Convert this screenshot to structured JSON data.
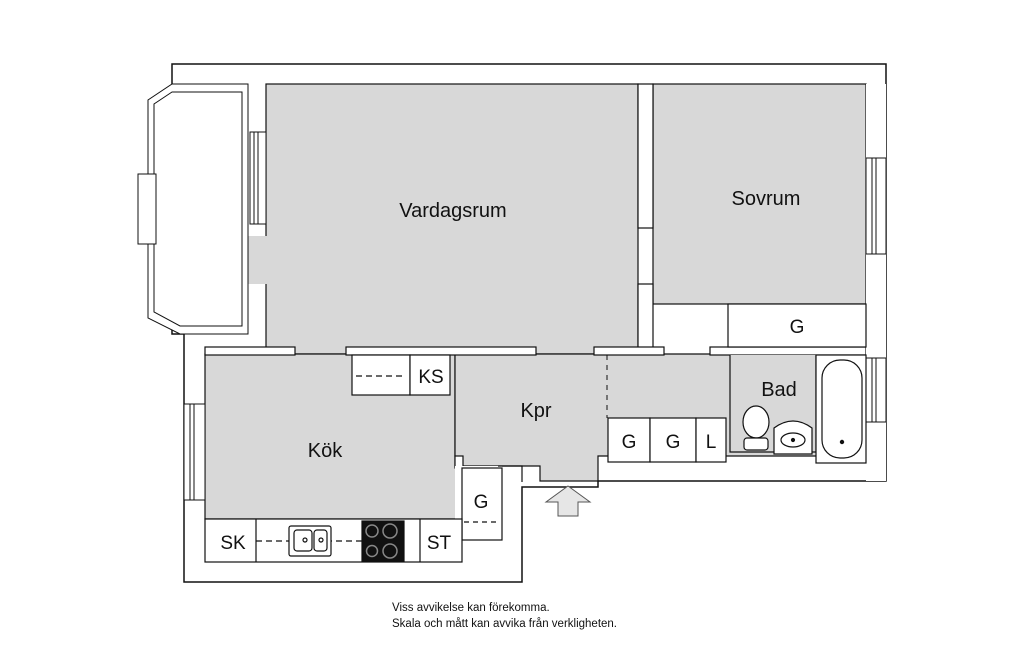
{
  "rooms": {
    "living": "Vardagsrum",
    "bedroom": "Sovrum",
    "kitchen": "Kök",
    "hallway": "Kpr",
    "bathroom": "Bad"
  },
  "fixtures": {
    "bedroom_wardrobe": "G",
    "fridge_freezer": "KS",
    "hall_wardrobe_1": "G",
    "hall_wardrobe_2": "G",
    "linen_closet": "L",
    "hall_wardrobe_small": "G",
    "dishwasher": "SK",
    "tall_cabinet": "ST"
  },
  "disclaimer": {
    "line1": "Viss avvikelse kan förekomma.",
    "line2": "Skala och mått kan avvika från verkligheten."
  },
  "colors": {
    "wall": "#ffffff",
    "floor": "#d8d8d8",
    "stroke": "#111111",
    "stove": "#111111"
  }
}
